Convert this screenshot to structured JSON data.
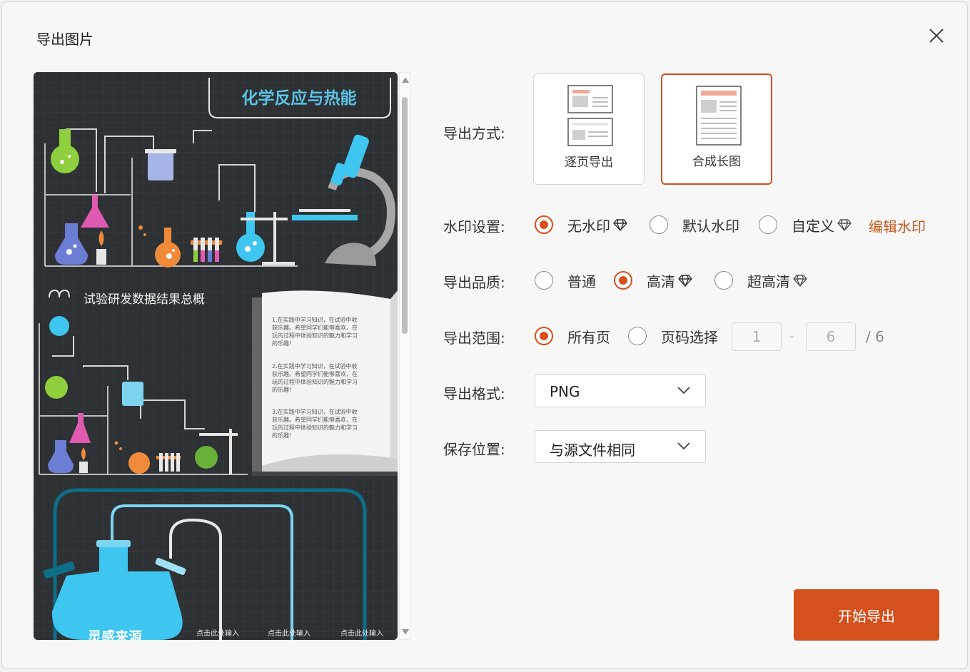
{
  "dialog": {
    "title": "导出图片",
    "start_label": "开始导出"
  },
  "preview": {
    "page1_title": "化学反应与热能",
    "page2_title": "试验研发数据结果总概",
    "page2_paragraphs": [
      [
        "1.在实践中学习知识，在试验中收",
        "获乐趣。希望同学们能够喜欢，在",
        "玩的过程中体验知识的魅力和学习",
        "的乐趣!"
      ],
      [
        "2.在实践中学习知识，在试验中收",
        "获乐趣。希望同学们能够喜欢，在",
        "玩的过程中体验知识的魅力和学习",
        "的乐趣!"
      ],
      [
        "3.在实践中学习知识，在试验中收",
        "获乐趣。希望同学们能够喜欢，在",
        "玩的过程中体验知识的魅力和学习",
        "的乐趣!"
      ]
    ],
    "page3_title": "灵感来源",
    "page3_inputs": [
      "点击此处输入",
      "点击此处输入",
      "点击此处输入"
    ]
  },
  "export_mode": {
    "label": "导出方式:",
    "options": [
      {
        "label": "逐页导出",
        "selected": false
      },
      {
        "label": "合成长图",
        "selected": true
      }
    ]
  },
  "watermark": {
    "label": "水印设置:",
    "options": [
      {
        "label": "无水印",
        "selected": true,
        "premium": true
      },
      {
        "label": "默认水印",
        "selected": false,
        "premium": false
      },
      {
        "label": "自定义",
        "selected": false,
        "premium": true
      }
    ],
    "edit_link": "编辑水印"
  },
  "quality": {
    "label": "导出品质:",
    "options": [
      {
        "label": "普通",
        "selected": false,
        "premium": false
      },
      {
        "label": "高清",
        "selected": true,
        "premium": true
      },
      {
        "label": "超高清",
        "selected": false,
        "premium": true
      }
    ]
  },
  "range": {
    "label": "导出范围:",
    "options": [
      {
        "label": "所有页",
        "selected": true
      },
      {
        "label": "页码选择",
        "selected": false
      }
    ],
    "from": "1",
    "dash": "-",
    "to": "6",
    "total": "/ 6"
  },
  "format": {
    "label": "导出格式:",
    "value": "PNG"
  },
  "save_location": {
    "label": "保存位置:",
    "value": "与源文件相同"
  },
  "colors": {
    "accent": "#d4501c",
    "link": "#c55a1f",
    "preview_bg": "#2d3134",
    "cyan": "#3ec6f0"
  },
  "icons": {
    "close": "close-icon",
    "premium": "diamond-icon",
    "dropdown": "chevron-down-icon"
  }
}
